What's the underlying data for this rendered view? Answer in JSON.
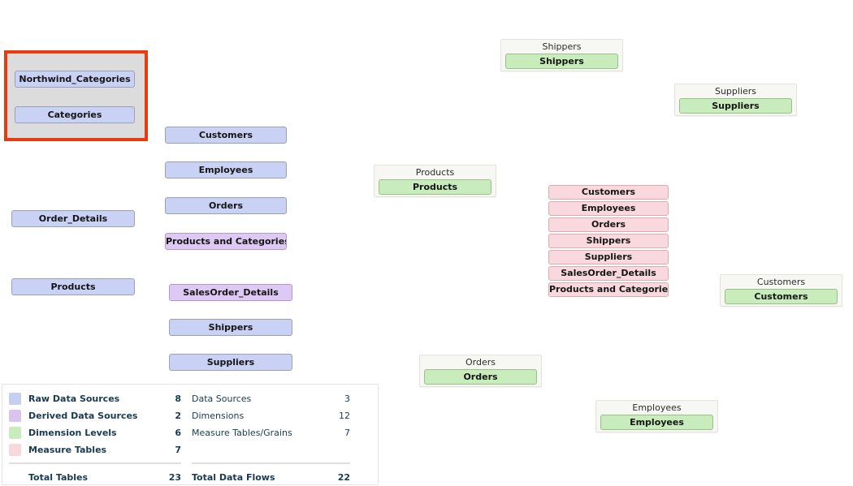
{
  "highlight_group": {
    "nodes": [
      "Northwind_Categories",
      "Categories"
    ]
  },
  "raw_nodes": {
    "order_details": "Order_Details",
    "products": "Products",
    "customers": "Customers",
    "employees": "Employees",
    "orders": "Orders",
    "shippers": "Shippers",
    "suppliers": "Suppliers"
  },
  "derived_nodes": {
    "products_and_categories": "Products and Categories",
    "salesorder_details": "SalesOrder_Details"
  },
  "dimension_groups": [
    {
      "header": "Shippers",
      "node": "Shippers"
    },
    {
      "header": "Suppliers",
      "node": "Suppliers"
    },
    {
      "header": "Products",
      "node": "Products"
    },
    {
      "header": "Customers",
      "node": "Customers"
    },
    {
      "header": "Orders",
      "node": "Orders"
    },
    {
      "header": "Employees",
      "node": "Employees"
    }
  ],
  "measure_stack": [
    "Customers",
    "Employees",
    "Orders",
    "Shippers",
    "Suppliers",
    "SalesOrder_Details",
    "Products and Categories"
  ],
  "legend": {
    "left": {
      "rows": [
        {
          "label": "Raw Data Sources",
          "count": "8"
        },
        {
          "label": "Derived Data Sources",
          "count": "2"
        },
        {
          "label": "Dimension Levels",
          "count": "6"
        },
        {
          "label": "Measure Tables",
          "count": "7"
        }
      ],
      "total_label": "Total Tables",
      "total_count": "23"
    },
    "right": {
      "rows": [
        {
          "label": "Data Sources",
          "count": "3"
        },
        {
          "label": "Dimensions",
          "count": "12"
        },
        {
          "label": "Measure Tables/Grains",
          "count": "7"
        }
      ],
      "total_label": "Total Data Flows",
      "total_count": "22"
    }
  },
  "colors": {
    "raw_data_source_fill": "#c9d2f4",
    "derived_data_source_fill": "#ddc9f3",
    "dimension_level_fill": "#c8ecbb",
    "measure_table_fill": "#f9d9dd",
    "highlight_border": "#ea3a10",
    "highlight_group_fill": "#dcdcdc",
    "legend_text": "#1a3a52"
  }
}
